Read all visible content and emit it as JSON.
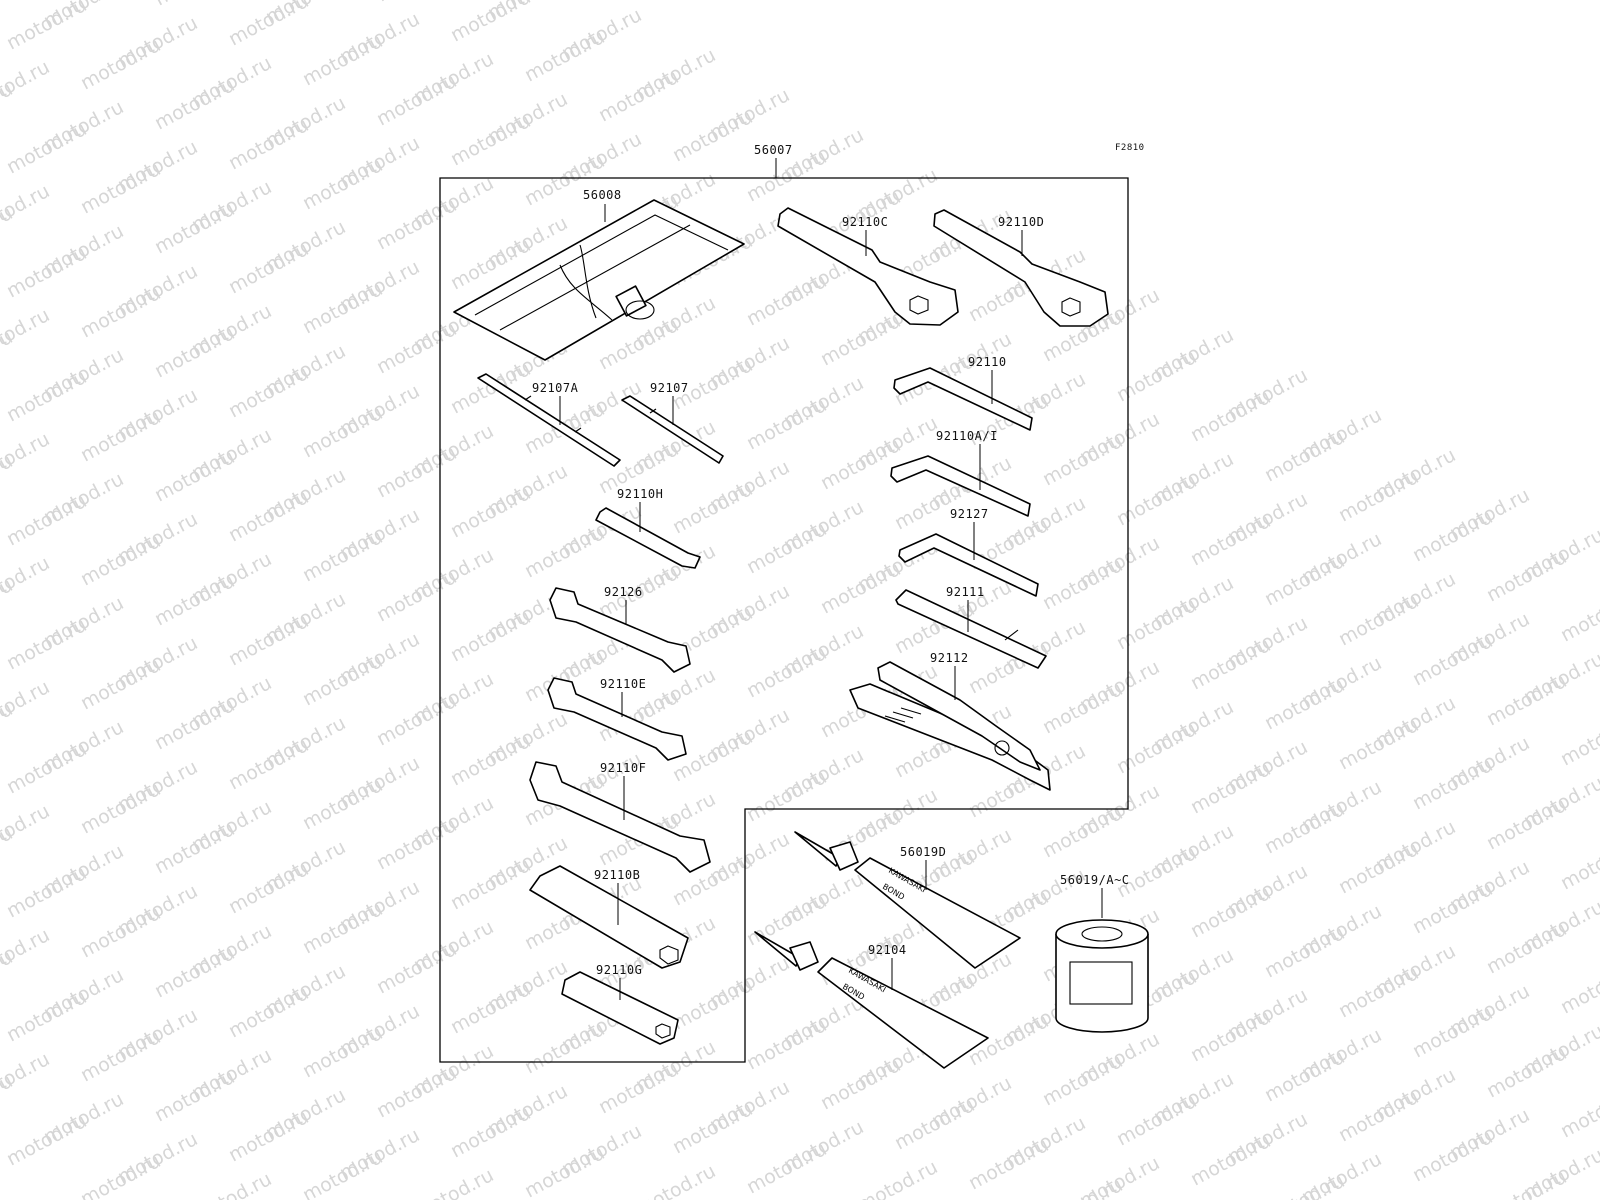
{
  "diagram": {
    "figure_code": "F2810",
    "watermark_text": "motod.ru",
    "parts": {
      "kit": "56007",
      "tool_bag": "56008",
      "screwdriver_a": "92107A",
      "screwdriver": "92107",
      "wrench_c": "92110C",
      "wrench_d": "92110D",
      "hex_key": "92110",
      "hex_key_ai": "92110A/I",
      "hex_key_2": "92127",
      "wrench_h": "92110H",
      "open_wrench_126": "92126",
      "open_wrench_e": "92110E",
      "open_wrench_f": "92110F",
      "handle": "92111",
      "pliers": "92112",
      "spark_wrench_b": "92110B",
      "spark_wrench_g": "92110G",
      "bond_d": "56019D",
      "bond": "92104",
      "bond_can": "56019/A~C"
    },
    "tube_print": {
      "brand": "KAWASAKI",
      "product": "BOND"
    }
  }
}
